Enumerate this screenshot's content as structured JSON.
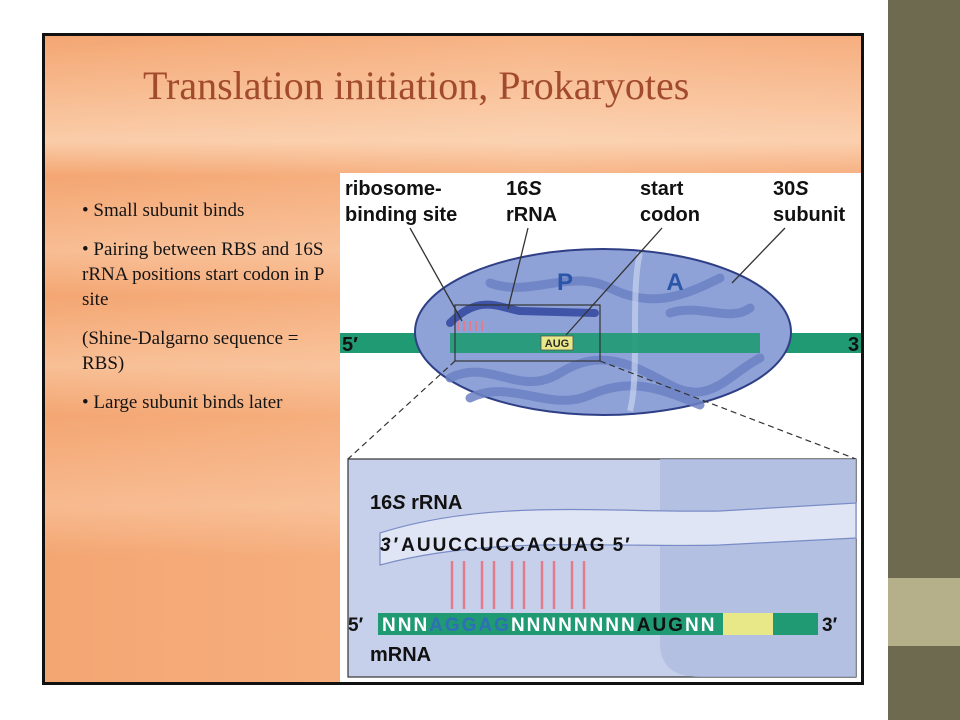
{
  "slide": {
    "title": "Translation initiation, Prokaryotes",
    "bullets": [
      "• Small subunit binds",
      "• Pairing between RBS and 16S rRNA positions start codon in P site",
      "(Shine-Dalgarno sequence = RBS)",
      "• Large subunit binds later"
    ]
  },
  "figure": {
    "labels": {
      "rbs_line1": "ribosome-",
      "rbs_line2": "binding site",
      "rrna_line1_num": "16",
      "rrna_line1_s": "S",
      "rrna_line2": "rRNA",
      "start_line1": "start",
      "start_line2": "codon",
      "subunit_line1_num": "30",
      "subunit_line1_s": "S",
      "subunit_line2": "subunit",
      "p_site": "P",
      "a_site": "A",
      "aug": "AUG",
      "five_prime": "5′",
      "three_prime": "3"
    },
    "inset": {
      "rrna_num": "16",
      "rrna_s": "S",
      "rrna_word": " rRNA",
      "rrna_3prime": "3′",
      "rrna_seq": "AUUCCUCCACUAG",
      "rrna_5prime": "5′",
      "mrna_5prime": "5′",
      "mrna_nnn": "NNN",
      "mrna_sd": "AGGAG",
      "mrna_spacer": "NNNNNNNN",
      "mrna_aug": "AUG",
      "mrna_tail": "NN",
      "mrna_3prime": "3′",
      "mrna_label": "mRNA"
    }
  },
  "colors": {
    "slide_bg": "#f4a672",
    "title": "#a24a2c",
    "sidebar_dark": "#6e6a50",
    "sidebar_band": "#b5b08a",
    "mrna_green": "#1f9a72",
    "ribosome_blue": "#7e95cf",
    "rrna_blue": "#3f54a6",
    "site_label": "#2a55a8",
    "sd_blue": "#2f6fb8",
    "aug_yellow": "#e9e888"
  }
}
